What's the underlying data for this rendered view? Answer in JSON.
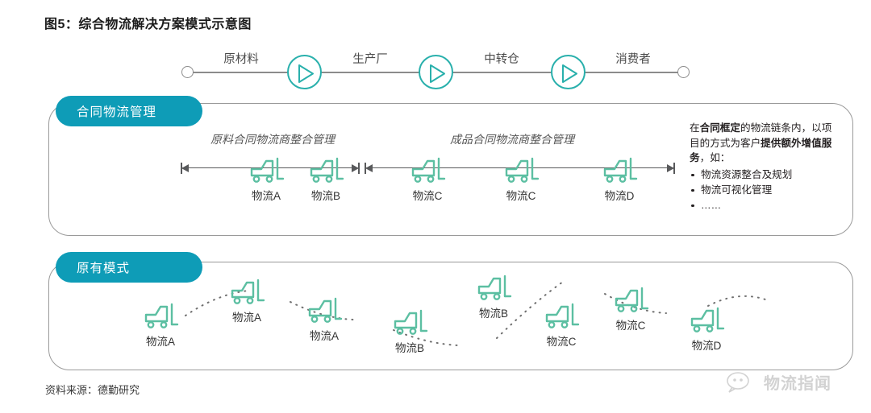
{
  "figure": {
    "title": "图5：综合物流解决方案模式示意图",
    "source": "资料来源：德勤研究"
  },
  "timeline": {
    "stages": [
      {
        "label": "原材料"
      },
      {
        "label": "生产厂"
      },
      {
        "label": "中转仓"
      },
      {
        "label": "消费者"
      }
    ],
    "node_icon": "play-icon",
    "endpoint_icon": "circle-endpoint-icon",
    "line_color": "#8b8b8b",
    "node_color": "#29b0ac"
  },
  "panels": [
    {
      "id": "contract",
      "pill_label": "合同物流管理",
      "pill_color": "#0e9cb7",
      "segments": [
        {
          "title": "原料合同物流商整合管理"
        },
        {
          "title": "成品合同物流商整合管理"
        }
      ],
      "forklifts": [
        {
          "label": "物流A"
        },
        {
          "label": "物流B"
        },
        {
          "label": "物流C"
        },
        {
          "label": "物流C"
        },
        {
          "label": "物流D"
        }
      ],
      "note": {
        "line1_a": "在",
        "line1_b": "合同框定",
        "line1_c": "的物流链条内，以项目的方式为客户",
        "line1_d": "提供额外增值服务",
        "line1_e": "，如：",
        "bullets": [
          "物流资源整合及规划",
          "物流可视化管理",
          "……"
        ]
      }
    },
    {
      "id": "legacy",
      "pill_label": "原有模式",
      "pill_color": "#0e9cb7",
      "forklifts": [
        {
          "label": "物流A"
        },
        {
          "label": "物流A"
        },
        {
          "label": "物流A"
        },
        {
          "label": "物流B"
        },
        {
          "label": "物流B"
        },
        {
          "label": "物流C"
        },
        {
          "label": "物流C"
        },
        {
          "label": "物流D"
        }
      ]
    }
  ],
  "watermark": {
    "text": "物流指闻",
    "icon": "wechat-icon"
  },
  "colors": {
    "forklift": "#5cbfa2",
    "teal": "#0e9cb7",
    "node": "#29b0ac",
    "line": "#58595b"
  }
}
